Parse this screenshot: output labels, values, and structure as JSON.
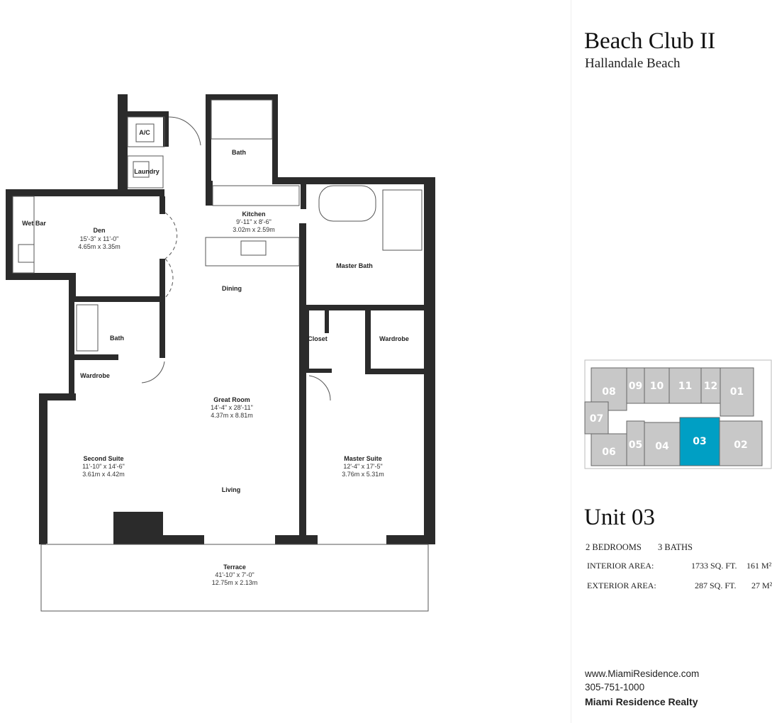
{
  "header": {
    "title": "Beach Club II",
    "subtitle": "Hallandale Beach"
  },
  "rooms": {
    "ac": "A/C",
    "laundry": "Laundry",
    "bath_top": "Bath",
    "wet_bar": "Wet Bar",
    "den": {
      "name": "Den",
      "imperial": "15'-3\" x 11'-0\"",
      "metric": "4.65m x 3.35m"
    },
    "kitchen": {
      "name": "Kitchen",
      "imperial": "9'-11\" x 8'-6\"",
      "metric": "3.02m x 2.59m"
    },
    "dining": "Dining",
    "master_bath": "Master Bath",
    "closet": "Closet",
    "wardrobe_right": "Wardrobe",
    "bath_left": "Bath",
    "wardrobe_left": "Wardrobe",
    "great_room": {
      "name": "Great Room",
      "imperial": "14'-4\" x 28'-11\"",
      "metric": "4.37m x 8.81m"
    },
    "second_suite": {
      "name": "Second Suite",
      "imperial": "11'-10\" x 14'-6\"",
      "metric": "3.61m x 4.42m"
    },
    "master_suite": {
      "name": "Master Suite",
      "imperial": "12'-4\" x 17'-5\"",
      "metric": "3.76m x 5.31m"
    },
    "living": "Living",
    "terrace": {
      "name": "Terrace",
      "imperial": "41'-10\" x 7'-0\"",
      "metric": "12.75m x 2.13m"
    }
  },
  "keyplan": {
    "units": [
      "08",
      "09",
      "10",
      "11",
      "12",
      "01",
      "07",
      "06",
      "05",
      "04",
      "03",
      "02"
    ],
    "selected": "03",
    "selected_color": "#009fc4",
    "unit_color": "#c8c8c8"
  },
  "unit": {
    "title": "Unit 03",
    "bedrooms": "2 BEDROOMS",
    "baths": "3 BATHS",
    "interior": {
      "label": "INTERIOR AREA:",
      "sqft": "1733 SQ. FT.",
      "m2": "161 M²"
    },
    "exterior": {
      "label": "EXTERIOR AREA:",
      "sqft": "287 SQ. FT.",
      "m2": "27 M²"
    }
  },
  "footer": {
    "website": "www.MiamiResidence.com",
    "phone": "305-751-1000",
    "company": "Miami Residence Realty"
  }
}
